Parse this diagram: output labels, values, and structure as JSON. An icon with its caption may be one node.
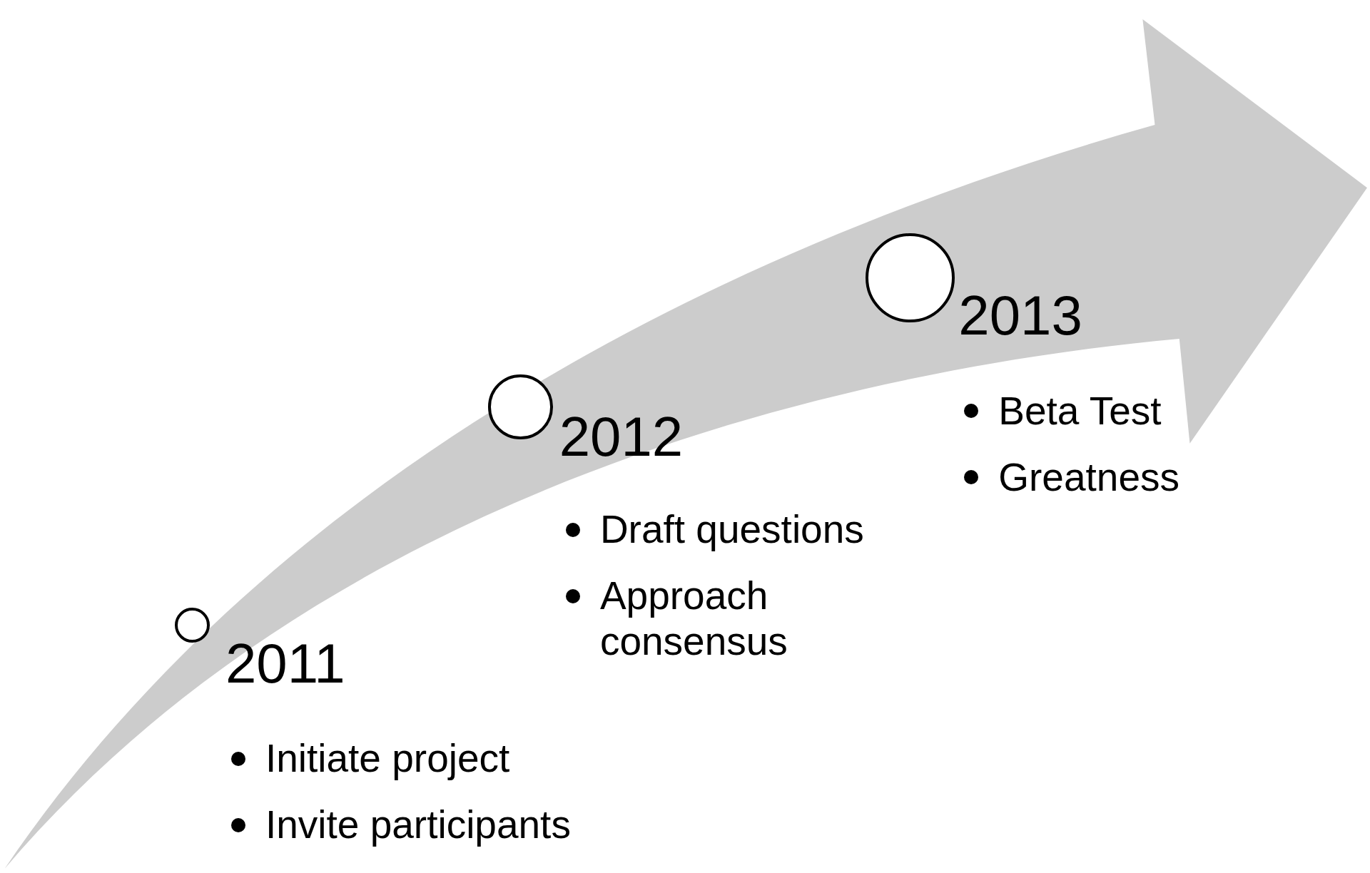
{
  "diagram": {
    "nodes": [
      {
        "text": [],
        "shape": "circle",
        "beside": [
          "2011",
          "Initiate project",
          "Invite participants"
        ]
      },
      {
        "text": [],
        "shape": "circle",
        "beside": [
          "2012",
          "Draft questions",
          "Approach consensus"
        ]
      },
      {
        "text": [],
        "shape": "circle",
        "beside": [
          "2013",
          "Beta Test",
          "Greatness"
        ]
      }
    ]
  }
}
